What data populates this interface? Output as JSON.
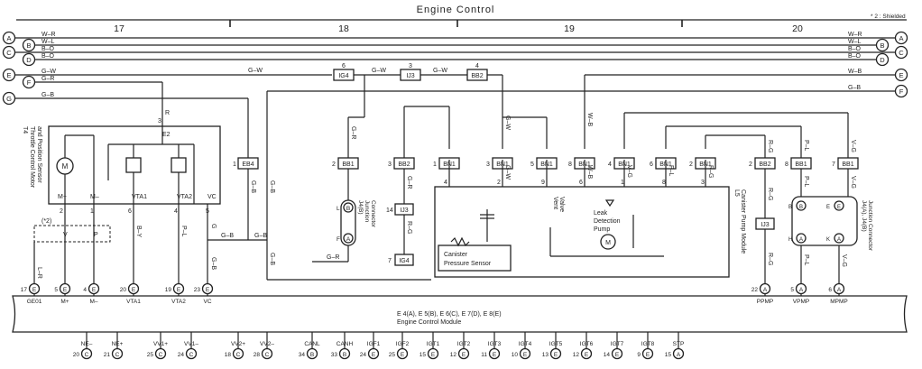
{
  "title": "Engine Control",
  "shield_note": "* 2 : Shielded",
  "sections": [
    "17",
    "18",
    "19",
    "20"
  ],
  "bus_wires": [
    {
      "label": "A",
      "wire": "W–R"
    },
    {
      "label": "B",
      "wire": "W–L"
    },
    {
      "label": "C",
      "wire": "B–O"
    },
    {
      "label": "D",
      "wire": "B–O"
    }
  ],
  "left_ports": [
    {
      "label": "E",
      "wire": "G–W"
    },
    {
      "label": "F",
      "wire": "G–R"
    },
    {
      "label": "G",
      "wire": "G–B"
    }
  ],
  "right_ports": [
    {
      "label": "E",
      "wire": "W–B"
    },
    {
      "label": "F",
      "wire": "G–B"
    }
  ],
  "top_connectors": [
    {
      "pin": "6",
      "name": "IG4"
    },
    {
      "pin": "3",
      "name": "IJ3"
    },
    {
      "pin": "4",
      "name": "BB2"
    }
  ],
  "top_wire_labels": [
    "G–W",
    "G–W",
    "G–W"
  ],
  "throttle": {
    "name": "T4",
    "desc1": "Throttle Control Motor",
    "desc2": "and Position Sensor",
    "pin_top": "3",
    "label_e2": "E2",
    "pins": [
      "M+",
      "M–",
      "VTA1",
      "VTA2",
      "VC"
    ],
    "pin_nums": [
      "2",
      "1",
      "6",
      "4",
      "5"
    ],
    "wire_r": "R",
    "shield": "(*2)",
    "sh_v": "V",
    "sh_p": "P"
  },
  "eb4": {
    "pin": "1",
    "name": "EB4"
  },
  "connectors_row": [
    {
      "pin": "2",
      "name": "BB1"
    },
    {
      "pin": "3",
      "name": "BB2"
    },
    {
      "pin": "1",
      "name": "BN1"
    },
    {
      "pin": "3",
      "name": "BN1"
    },
    {
      "pin": "5",
      "name": "BN1"
    },
    {
      "pin": "8",
      "name": "BN1"
    },
    {
      "pin": "4",
      "name": "BN1"
    },
    {
      "pin": "6",
      "name": "BN1"
    },
    {
      "pin": "2",
      "name": "BN1"
    },
    {
      "pin": "2",
      "name": "BB2"
    },
    {
      "pin": "8",
      "name": "BB1"
    },
    {
      "pin": "7",
      "name": "BB1"
    }
  ],
  "jct1": {
    "name": "J4(B)",
    "name2": "Junction",
    "name3": "Connector",
    "l": "L",
    "b": "B",
    "f": "F",
    "a": "A"
  },
  "ij3_mid": {
    "pin": "14",
    "name": "IJ3"
  },
  "ig4_mid": {
    "pin": "7",
    "name": "IG4"
  },
  "canister": {
    "name": "L5",
    "desc": "Canister Pump Module",
    "sensor": "Canister",
    "sensor2": "Pressure Sensor",
    "vent": "Vent",
    "vent2": "Valve",
    "leak1": "Leak",
    "leak2": "Detection",
    "leak3": "Pump",
    "motor": "M",
    "pins": [
      "4",
      "2",
      "9",
      "6",
      "1",
      "8",
      "3"
    ]
  },
  "ij3_right": {
    "name": "IJ3"
  },
  "jct2": {
    "name": "J4(A), J4(B)",
    "name2": "Junction Connector",
    "b1": "B",
    "b2": "B",
    "e1": "E",
    "e2": "E",
    "h": "H",
    "a1": "A",
    "k": "K",
    "a2": "A"
  },
  "wire_labels": {
    "gb1": "G–B",
    "gb2": "G–B",
    "gb3": "G–B",
    "gr": "G–R",
    "gr2": "G–R",
    "gr3": "G–R",
    "gb4": "G–B",
    "gb5": "G–B",
    "gw": "G–W",
    "gw2": "G–W",
    "wb": "W–B",
    "wb2": "W–B",
    "vg": "V–G",
    "vg2": "V–G",
    "rg": "R–G",
    "rg2": "R–G",
    "rg3": "R–G",
    "pl": "P–L",
    "pl2": "P–L",
    "vg3": "V–G",
    "vg4": "V–G",
    "by": "B–Y",
    "pl3": "P–L",
    "g": "G",
    "gb6": "G–B",
    "lr": "L–R",
    "rg4": "R–G",
    "pl4": "P–L",
    "vg5": "V–G"
  },
  "ecm": {
    "line1": "E 4(A), E 5(B), E 6(C), E 7(D), E 8(E)",
    "line2": "Engine Control Module",
    "top_pins": [
      {
        "num": "17",
        "letter": "E",
        "name": "GE01"
      },
      {
        "num": "5",
        "letter": "E",
        "name": "M+"
      },
      {
        "num": "4",
        "letter": "E",
        "name": "M–"
      },
      {
        "num": "20",
        "letter": "E",
        "name": "VTA1"
      },
      {
        "num": "19",
        "letter": "E",
        "name": "VTA2"
      },
      {
        "num": "23",
        "letter": "E",
        "name": "VC"
      },
      {
        "num": "22",
        "letter": "A",
        "name": "PPMP"
      },
      {
        "num": "5",
        "letter": "A",
        "name": "VPMP"
      },
      {
        "num": "6",
        "letter": "A",
        "name": "MPMP"
      }
    ],
    "bottom_pins": [
      {
        "num": "20",
        "letter": "C",
        "name": "NE–"
      },
      {
        "num": "21",
        "letter": "C",
        "name": "NE+"
      },
      {
        "num": "25",
        "letter": "C",
        "name": "VV1+"
      },
      {
        "num": "24",
        "letter": "C",
        "name": "VV1–"
      },
      {
        "num": "18",
        "letter": "C",
        "name": "VV2+"
      },
      {
        "num": "28",
        "letter": "C",
        "name": "VV2–"
      },
      {
        "num": "34",
        "letter": "B",
        "name": "CANL"
      },
      {
        "num": "33",
        "letter": "B",
        "name": "CANH"
      },
      {
        "num": "24",
        "letter": "E",
        "name": "IGF1"
      },
      {
        "num": "25",
        "letter": "E",
        "name": "IGF2"
      },
      {
        "num": "15",
        "letter": "E",
        "name": "IGT1"
      },
      {
        "num": "12",
        "letter": "E",
        "name": "IGT2"
      },
      {
        "num": "11",
        "letter": "E",
        "name": "IGT3"
      },
      {
        "num": "10",
        "letter": "E",
        "name": "IGT4"
      },
      {
        "num": "13",
        "letter": "E",
        "name": "IGT5"
      },
      {
        "num": "12",
        "letter": "E",
        "name": "IGT6"
      },
      {
        "num": "14",
        "letter": "E",
        "name": "IGT7"
      },
      {
        "num": "9",
        "letter": "E",
        "name": "IGT8"
      },
      {
        "num": "15",
        "letter": "A",
        "name": "STP"
      }
    ]
  }
}
